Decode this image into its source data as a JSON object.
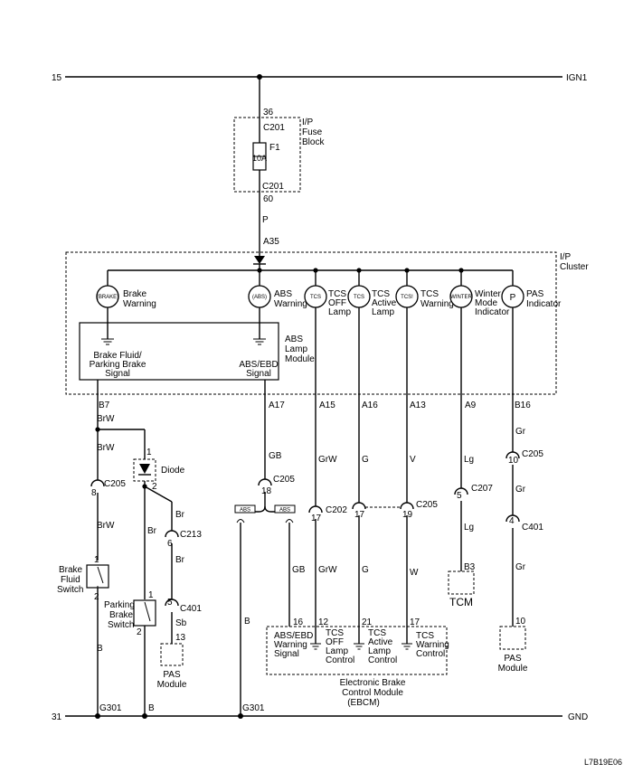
{
  "rails": {
    "top_left": "15",
    "top_right": "IGN1",
    "bottom_left": "31",
    "bottom_right": "GND"
  },
  "fuse": {
    "pin_top": "36",
    "connector_top": "C201",
    "block_label": [
      "I/P",
      "Fuse",
      "Block"
    ],
    "name": "F1",
    "rating": "10A",
    "connector_bottom": "C201",
    "pin_bottom": "60",
    "wire_color": "P",
    "feed_pin": "A35"
  },
  "cluster": {
    "label": [
      "I/P",
      "Cluster"
    ],
    "lamps": [
      {
        "icon": "(BRAKE)",
        "label": [
          "Brake",
          "Warning"
        ]
      },
      {
        "icon": "(ABS)",
        "label": [
          "ABS",
          "Warning"
        ]
      },
      {
        "icon": "TCS",
        "label": [
          "TCS",
          "OFF",
          "Lamp"
        ]
      },
      {
        "icon": "TCS",
        "label": [
          "TCS",
          "Active",
          "Lamp"
        ]
      },
      {
        "icon": "TCS!",
        "label": [
          "TCS",
          "Warning"
        ]
      },
      {
        "icon": "WINTER",
        "label": [
          "Winter",
          "Mode",
          "Indicator"
        ]
      },
      {
        "icon": "P",
        "label": [
          "PAS",
          "Indicator"
        ]
      }
    ],
    "abs_module": {
      "label": [
        "ABS",
        "Lamp",
        "Module"
      ],
      "left_signal": [
        "Brake Fluid/",
        "Parking Brake",
        "Signal"
      ],
      "right_signal": [
        "ABS/EBD",
        "Signal"
      ]
    }
  },
  "circuits": {
    "brake": {
      "pin": "B7",
      "wire": "BrW",
      "wire_branch": "BrW",
      "wire_mid": "BrW",
      "connector_pin": "8",
      "connector": "C205",
      "wire_low": "BrW",
      "switch_pin_top": "1",
      "switch_label": [
        "Brake",
        "Fluid",
        "Switch"
      ],
      "switch_pin_bottom": "2",
      "wire_bottom": "B",
      "ground": "G301"
    },
    "diode": {
      "pin_top": "1",
      "label": "Diode",
      "pin_bottom": "2",
      "wire_br1": "Br",
      "c213_pin": "6",
      "c213": "C213",
      "wire_br2": "Br",
      "c401_pin": "5",
      "c401": "C401",
      "wire_sb": "Sb",
      "pas_pin": "13",
      "pas_label": [
        "PAS",
        "Module"
      ],
      "wire_br_left": "Br"
    },
    "parking_switch": {
      "pin_top": "1",
      "label": [
        "Parking",
        "Brake",
        "Switch"
      ],
      "pin_bottom": "2",
      "wire_bottom": "B"
    },
    "abs": {
      "pin": "A17",
      "wire": "GB",
      "connector_pin": "18",
      "connector": "C205",
      "abs_tag": "ABS",
      "wire_low": "GB",
      "wire_ground": "B",
      "ground": "G301"
    },
    "tcs_off": {
      "pin": "A15",
      "wire": "GrW",
      "connector_pin": "17",
      "connector": "C202",
      "wire_low": "GrW"
    },
    "tcs_active": {
      "pin": "A16",
      "wire": "G",
      "connector_pin": "17",
      "wire_low": "G"
    },
    "tcs_warning": {
      "pin": "A13",
      "wire": "V",
      "connector_pin": "19",
      "connector": "C205",
      "wire_low": "W"
    },
    "winter": {
      "pin": "A9",
      "wire": "Lg",
      "connector_pin": "5",
      "connector": "C207",
      "wire_low": "Lg",
      "tcm_pin": "B3",
      "tcm_label": "TCM"
    },
    "pas": {
      "pin": "B16",
      "wire": "Gr",
      "c205_pin": "10",
      "c205": "C205",
      "wire_mid": "Gr",
      "c401_pin": "4",
      "c401": "C401",
      "wire_low": "Gr",
      "module_pin": "10",
      "module_label": [
        "PAS",
        "Module"
      ]
    }
  },
  "ebcm": {
    "pins": [
      {
        "num": "16",
        "label": [
          "ABS/EBD",
          "Warning",
          "Signal"
        ]
      },
      {
        "num": "12",
        "label": [
          "TCS",
          "OFF",
          "Lamp",
          "Control"
        ]
      },
      {
        "num": "21",
        "label": [
          "TCS",
          "Active",
          "Lamp",
          "Control"
        ]
      },
      {
        "num": "17",
        "label": [
          "TCS",
          "Warning",
          "Control"
        ]
      }
    ],
    "label": [
      "Electronic Brake",
      "Control Module",
      "(EBCM)"
    ]
  },
  "figure_id": "L7B19E06"
}
